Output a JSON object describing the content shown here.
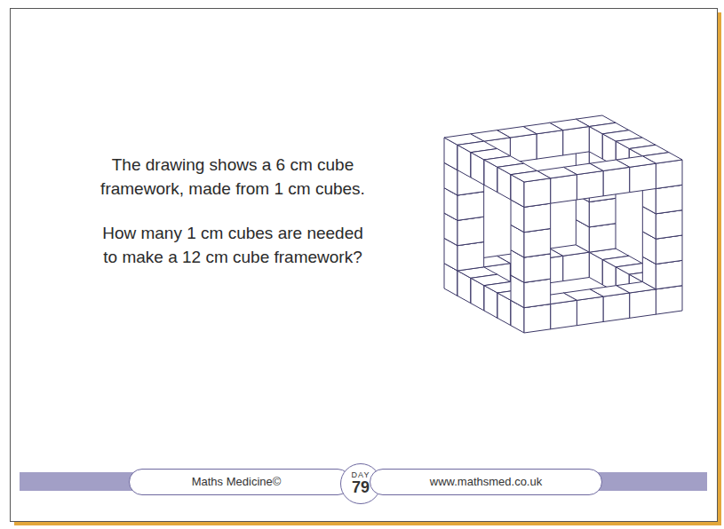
{
  "diagram": {
    "nodes": [
      {
        "text": [
          "Maths Medicine©"
        ]
      },
      {
        "text": [
          "DAY",
          "79"
        ]
      },
      {
        "text": [
          "www.mathsmed.co.uk"
        ]
      }
    ],
    "labels": [
      "The drawing shows a 6 cm cube framework, made from 1 cm cubes.",
      "How many 1 cm cubes are needed to make a 12 cm cube framework?"
    ]
  }
}
